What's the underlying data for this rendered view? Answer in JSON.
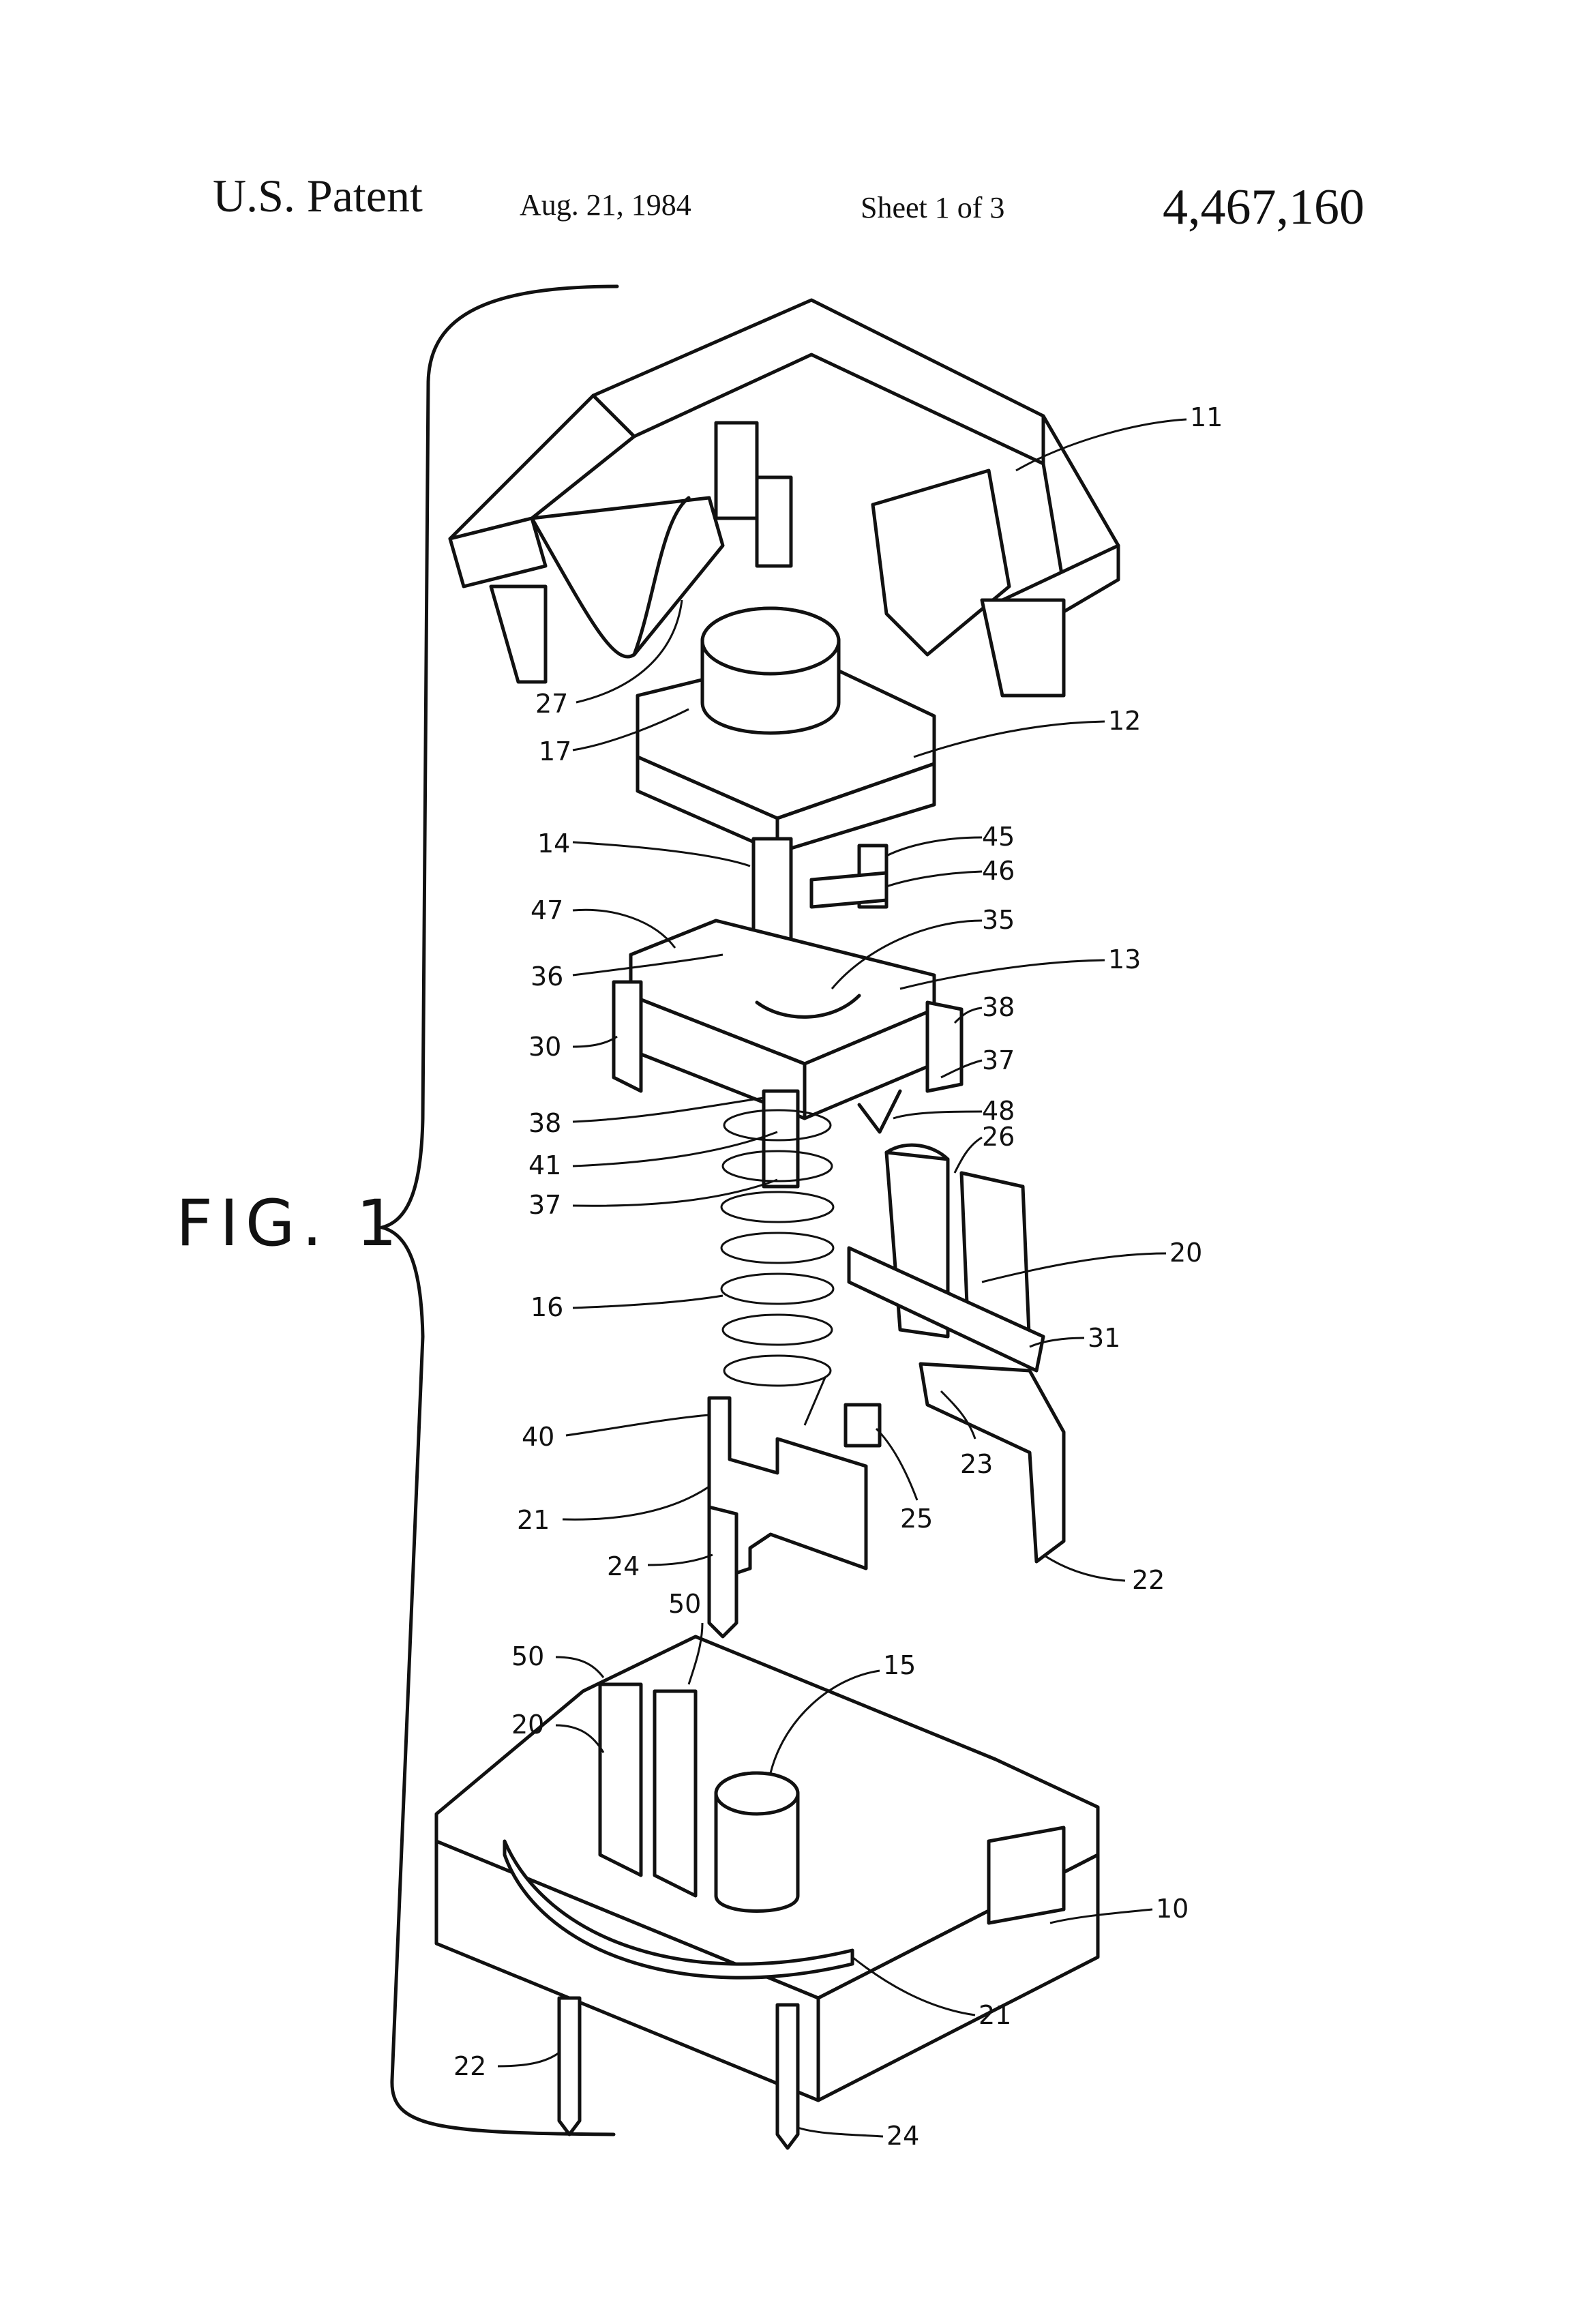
{
  "header": {
    "title": "U.S. Patent",
    "date": "Aug. 21, 1984",
    "sheet": "Sheet 1 of 3",
    "patent_number": "4,467,160"
  },
  "figure": {
    "label": "FIG. 1"
  },
  "reference_numerals": [
    "11",
    "27",
    "17",
    "12",
    "14",
    "45",
    "46",
    "47",
    "35",
    "13",
    "36",
    "38",
    "30",
    "37",
    "48",
    "26",
    "41",
    "20",
    "16",
    "31",
    "40",
    "25",
    "23",
    "21",
    "24",
    "22",
    "50",
    "15",
    "10"
  ]
}
